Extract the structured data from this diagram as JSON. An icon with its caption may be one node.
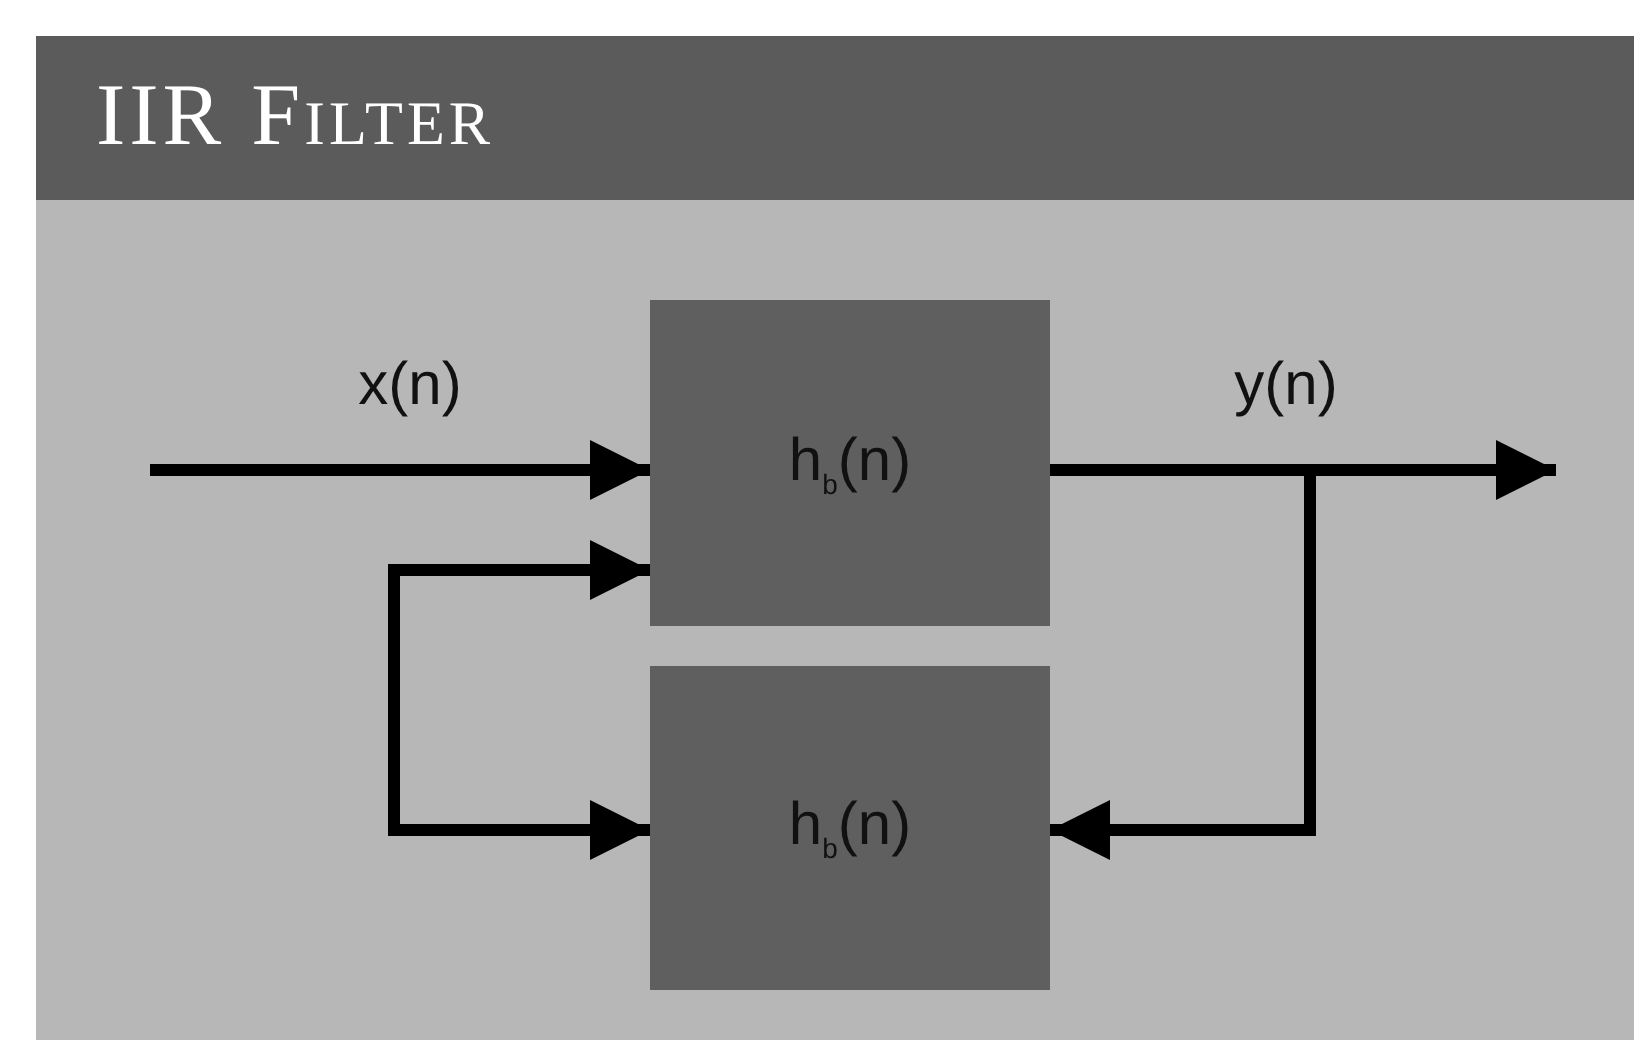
{
  "diagram": {
    "title": "IIR Filter",
    "nodes": [
      {
        "text": [
          "h$_{b}$(n)"
        ]
      },
      {
        "text": [
          "h$_{b}$(n)"
        ]
      }
    ],
    "edges": [
      {
        "from": null,
        "to": 0,
        "arrow": "to",
        "label": "x(n)"
      },
      {
        "from": 0,
        "to": null,
        "arrow": "to",
        "label": "y(n)"
      },
      {
        "from": 0,
        "to": 1,
        "arrow": "to"
      },
      {
        "from": 0,
        "to": 1,
        "arrow": "both"
      }
    ]
  }
}
